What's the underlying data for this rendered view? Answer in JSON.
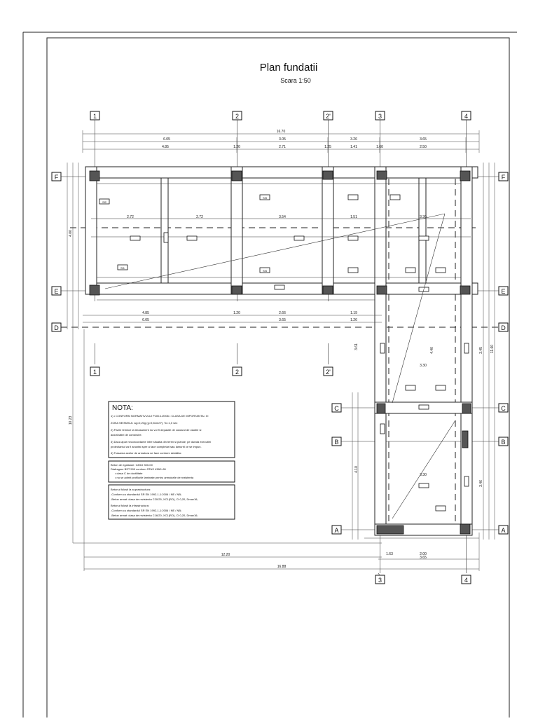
{
  "drawing": {
    "title": "Plan fundatii",
    "scale": "Scara 1:50"
  },
  "axes": {
    "top": [
      "1",
      "2",
      "2'",
      "3",
      "4"
    ],
    "middle": [
      "1",
      "2",
      "2'"
    ],
    "bottom": [
      "3",
      "4"
    ],
    "rows_left": [
      "F",
      "E",
      "D"
    ],
    "rows_right": [
      "F",
      "E",
      "D",
      "C",
      "B",
      "A"
    ],
    "rows_mid_left": [
      "C",
      "B",
      "A"
    ]
  },
  "dimensions": {
    "overall_top": "16.70",
    "top_row": [
      "6.05",
      "3.05",
      "3.26",
      "3.65"
    ],
    "top_row2": [
      "4.85",
      "1.20",
      "2.71",
      "1.25",
      "1.41",
      "1.60",
      "2.50"
    ],
    "left_height": "10.23",
    "right_height": "11.60",
    "bottom_overall": "12.20",
    "bottom_total": "16.88",
    "bottom_right": "3.65",
    "bottom_sub": [
      "1.63",
      "2.00"
    ],
    "row_e_dims": [
      "4.85",
      "1.20",
      "2.66",
      "1.19"
    ],
    "row_d_dims": [
      "6.05",
      "3.65",
      "1.26"
    ],
    "span_labels": [
      "2.72",
      "2.72",
      "3.54",
      "1.51",
      "3.30",
      "3.30",
      "3.30"
    ],
    "vertical_labels": [
      "4.00",
      "3.61",
      "4.40",
      "3.45",
      "4.10",
      "3.46"
    ]
  },
  "notes": {
    "nota_title": "NOTA:",
    "nota_lines": [
      "1) • CONFORM NORMATIVULUI P100-1/2006 • CLASA DE IMPORTANTA • III",
      "   ZONA SEISMICA: ag=0,20g (g=9,81m/s²), Tc=1,0 sec",
      "2) Fisele tehnice la terasament nu vor fi depasite de culoarul de cladire si",
      "   autorizatiei de construire.",
      "3) Daca apar neconcordante intre situatia din teren si planse, pe durata executiei",
      "   proiectantul va fi anuntat spre a face completari sau lamuriri ce se impun.",
      "4) Trasarea axelor de armatura se face conform detaliilor."
    ],
    "block2": [
      "Beton de egalizare: C8/10 300-00",
      "Diafragme BST 500 conform STAS 438/1-89",
      "• clasa C de ductilitate",
      "• nu se admit profilurile laminate pentru armaturile de rezistenta"
    ],
    "block3": [
      "Betonul folosit la suprastructura:",
      "-Conform cu standardul SR EN 1992-1-1:2006 / NE / NB;",
      "-Beton armat: clasa de rezistenta C20/25, XC1(RO), Cl 0,20, Dmax16;",
      "Betonul folosit la infrastructura:",
      "-Conform cu standardul SR EN 1992-1-1:2006 / NE / NB;",
      "-Beton armat: clasa de rezistenta C16/20, XC1(RO), Cl 0,20, Dmax16;"
    ]
  },
  "tags": [
    "Sf1",
    "Sf2",
    "Sf3",
    "Sf4"
  ]
}
